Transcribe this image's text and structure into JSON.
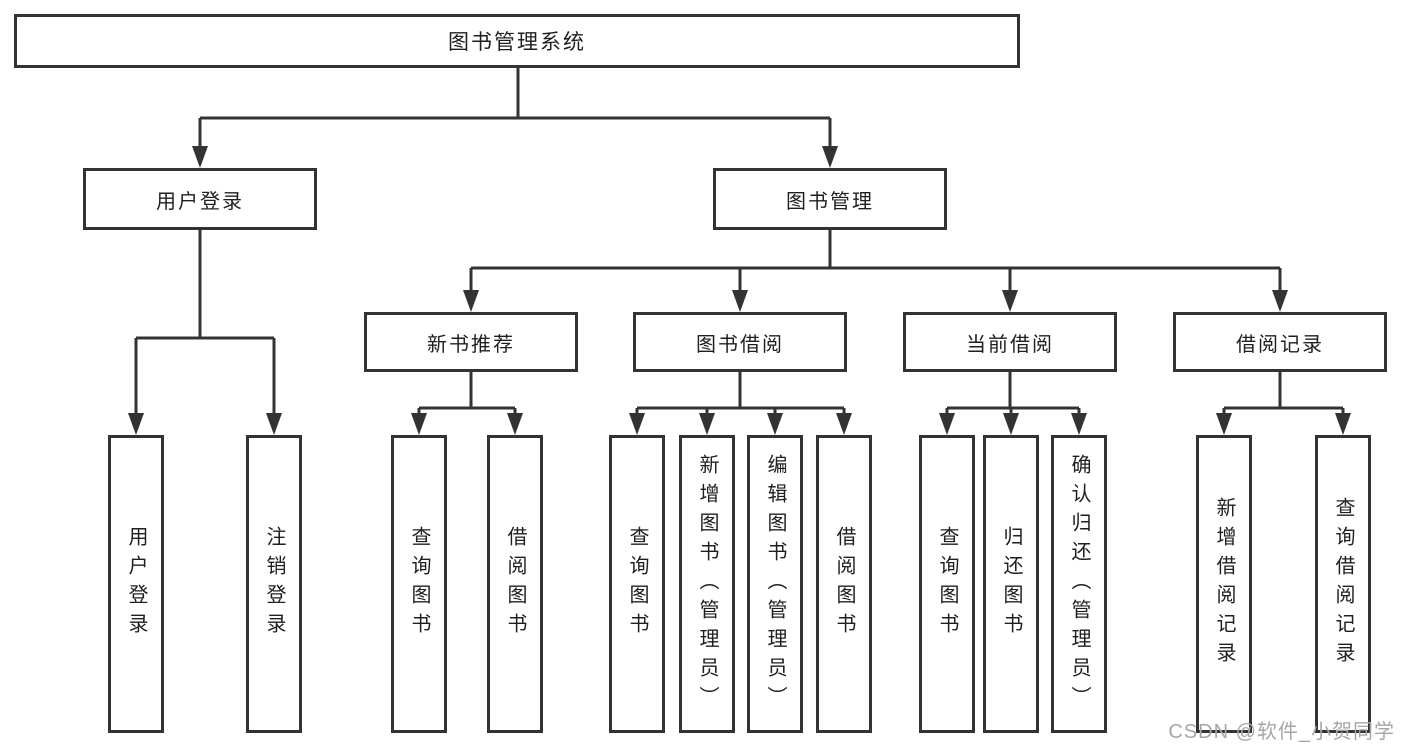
{
  "colors": {
    "background": "#ffffff",
    "line": "#333333",
    "box_border": "#333333",
    "text": "#1f1f1f",
    "watermark": "#a6a6aa"
  },
  "tree": {
    "root": {
      "label": "图书管理系统"
    },
    "level2": [
      {
        "label": "用户登录"
      },
      {
        "label": "图书管理"
      }
    ],
    "level3": [
      {
        "label": "新书推荐",
        "parent": "图书管理"
      },
      {
        "label": "图书借阅",
        "parent": "图书管理"
      },
      {
        "label": "当前借阅",
        "parent": "图书管理"
      },
      {
        "label": "借阅记录",
        "parent": "图书管理"
      }
    ],
    "leaves": [
      {
        "label": "用户登录",
        "parent": "用户登录"
      },
      {
        "label": "注销登录",
        "parent": "用户登录"
      },
      {
        "label": "查询图书",
        "parent": "新书推荐"
      },
      {
        "label": "借阅图书",
        "parent": "新书推荐"
      },
      {
        "label": "查询图书",
        "parent": "图书借阅"
      },
      {
        "label": "新增图书（管理员）",
        "parent": "图书借阅"
      },
      {
        "label": "编辑图书（管理员）",
        "parent": "图书借阅"
      },
      {
        "label": "借阅图书",
        "parent": "图书借阅"
      },
      {
        "label": "查询图书",
        "parent": "当前借阅"
      },
      {
        "label": "归还图书",
        "parent": "当前借阅"
      },
      {
        "label": "确认归还（管理员）",
        "parent": "当前借阅"
      },
      {
        "label": "新增借阅记录",
        "parent": "借阅记录"
      },
      {
        "label": "查询借阅记录",
        "parent": "借阅记录"
      }
    ]
  },
  "watermark": {
    "text": "CSDN @软件_小贺同学"
  }
}
